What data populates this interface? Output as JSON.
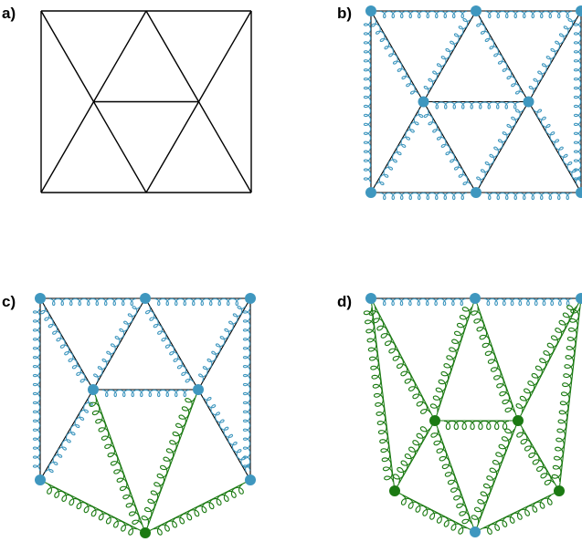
{
  "colors": {
    "edge": "#000000",
    "blue": "#3f97bf",
    "green": "#1b7a12",
    "background": "#ffffff"
  },
  "panels": [
    {
      "label": "a)",
      "nodes": [
        {
          "id": "TL"
        },
        {
          "id": "TM"
        },
        {
          "id": "TR"
        },
        {
          "id": "ML"
        },
        {
          "id": "MR"
        },
        {
          "id": "BL"
        },
        {
          "id": "BM"
        },
        {
          "id": "BR"
        }
      ],
      "edges": [
        [
          "TL",
          "TM"
        ],
        [
          "TM",
          "TR"
        ],
        [
          "TL",
          "BL"
        ],
        [
          "TR",
          "BR"
        ],
        [
          "BL",
          "BM"
        ],
        [
          "BM",
          "BR"
        ],
        [
          "ML",
          "MR"
        ],
        [
          "TL",
          "ML"
        ],
        [
          "ML",
          "BM"
        ],
        [
          "TR",
          "MR"
        ],
        [
          "MR",
          "BM"
        ],
        [
          "TM",
          "ML"
        ],
        [
          "TM",
          "MR"
        ],
        [
          "BL",
          "ML"
        ],
        [
          "BR",
          "MR"
        ]
      ]
    },
    {
      "label": "b)",
      "nodes": [
        {
          "id": "TL",
          "fixed": true
        },
        {
          "id": "TM",
          "fixed": true
        },
        {
          "id": "TR",
          "fixed": true
        },
        {
          "id": "ML",
          "fixed": true
        },
        {
          "id": "MR",
          "fixed": true
        },
        {
          "id": "BL",
          "fixed": true
        },
        {
          "id": "BM",
          "fixed": true
        },
        {
          "id": "BR",
          "fixed": true
        }
      ],
      "springs": [
        {
          "a": "TL",
          "b": "TM",
          "state": "fixed"
        },
        {
          "a": "TM",
          "b": "TR",
          "state": "fixed"
        },
        {
          "a": "TL",
          "b": "BL",
          "state": "fixed"
        },
        {
          "a": "TR",
          "b": "BR",
          "state": "fixed"
        },
        {
          "a": "BL",
          "b": "BM",
          "state": "fixed"
        },
        {
          "a": "BM",
          "b": "BR",
          "state": "fixed"
        },
        {
          "a": "ML",
          "b": "MR",
          "state": "fixed"
        },
        {
          "a": "TL",
          "b": "ML",
          "state": "fixed"
        },
        {
          "a": "ML",
          "b": "BM",
          "state": "fixed"
        },
        {
          "a": "TR",
          "b": "MR",
          "state": "fixed"
        },
        {
          "a": "MR",
          "b": "BM",
          "state": "fixed"
        },
        {
          "a": "TM",
          "b": "ML",
          "state": "fixed"
        },
        {
          "a": "TM",
          "b": "MR",
          "state": "fixed"
        },
        {
          "a": "BL",
          "b": "ML",
          "state": "fixed"
        },
        {
          "a": "BR",
          "b": "MR",
          "state": "fixed"
        }
      ]
    },
    {
      "label": "c)",
      "nodes": [
        {
          "id": "TL",
          "fixed": true
        },
        {
          "id": "TM",
          "fixed": true
        },
        {
          "id": "TR",
          "fixed": true
        },
        {
          "id": "ML",
          "fixed": true
        },
        {
          "id": "MR",
          "fixed": true
        },
        {
          "id": "BL",
          "fixed": true
        },
        {
          "id": "BM",
          "fixed": false
        },
        {
          "id": "BR",
          "fixed": true
        }
      ],
      "springs": [
        {
          "a": "TL",
          "b": "TM",
          "state": "fixed"
        },
        {
          "a": "TM",
          "b": "TR",
          "state": "fixed"
        },
        {
          "a": "TL",
          "b": "BL",
          "state": "fixed"
        },
        {
          "a": "TR",
          "b": "BR",
          "state": "fixed"
        },
        {
          "a": "ML",
          "b": "MR",
          "state": "fixed"
        },
        {
          "a": "TL",
          "b": "ML",
          "state": "fixed"
        },
        {
          "a": "TR",
          "b": "MR",
          "state": "fixed"
        },
        {
          "a": "TM",
          "b": "ML",
          "state": "fixed"
        },
        {
          "a": "TM",
          "b": "MR",
          "state": "fixed"
        },
        {
          "a": "BL",
          "b": "ML",
          "state": "fixed"
        },
        {
          "a": "BR",
          "b": "MR",
          "state": "fixed"
        },
        {
          "a": "BL",
          "b": "BM",
          "state": "free"
        },
        {
          "a": "BM",
          "b": "BR",
          "state": "free"
        },
        {
          "a": "ML",
          "b": "BM",
          "state": "free"
        },
        {
          "a": "MR",
          "b": "BM",
          "state": "free"
        }
      ]
    },
    {
      "label": "d)",
      "nodes": [
        {
          "id": "TL",
          "fixed": true
        },
        {
          "id": "TM",
          "fixed": true
        },
        {
          "id": "TR",
          "fixed": true
        },
        {
          "id": "ML",
          "fixed": false
        },
        {
          "id": "MR",
          "fixed": false
        },
        {
          "id": "BL",
          "fixed": false
        },
        {
          "id": "BM",
          "fixed": true
        },
        {
          "id": "BR",
          "fixed": false
        }
      ],
      "springs": [
        {
          "a": "TL",
          "b": "TM",
          "state": "fixed"
        },
        {
          "a": "TM",
          "b": "TR",
          "state": "fixed"
        },
        {
          "a": "TL",
          "b": "ML",
          "state": "free"
        },
        {
          "a": "TM",
          "b": "ML",
          "state": "free"
        },
        {
          "a": "TM",
          "b": "MR",
          "state": "free"
        },
        {
          "a": "TR",
          "b": "MR",
          "state": "free"
        },
        {
          "a": "ML",
          "b": "MR",
          "state": "free"
        },
        {
          "a": "TL",
          "b": "BL",
          "state": "free"
        },
        {
          "a": "TR",
          "b": "BR",
          "state": "free"
        },
        {
          "a": "ML",
          "b": "BL",
          "state": "free"
        },
        {
          "a": "MR",
          "b": "BR",
          "state": "free"
        },
        {
          "a": "ML",
          "b": "BM",
          "state": "free"
        },
        {
          "a": "MR",
          "b": "BM",
          "state": "free"
        },
        {
          "a": "BL",
          "b": "BM",
          "state": "free"
        },
        {
          "a": "BM",
          "b": "BR",
          "state": "free"
        }
      ]
    }
  ]
}
